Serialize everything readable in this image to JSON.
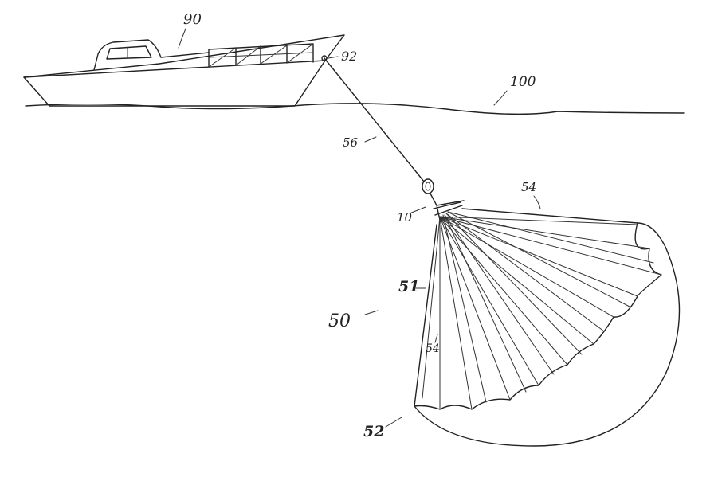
{
  "figure": {
    "references": {
      "boat": "90",
      "tow_point": "92",
      "water_surface": "100",
      "tow_line": "56",
      "connector": "10",
      "suspension_lines": "54",
      "canopy_mouth": "51",
      "drogue_device": "50",
      "suspension_lines_lower": "54",
      "canopy_skirt": "52"
    }
  }
}
